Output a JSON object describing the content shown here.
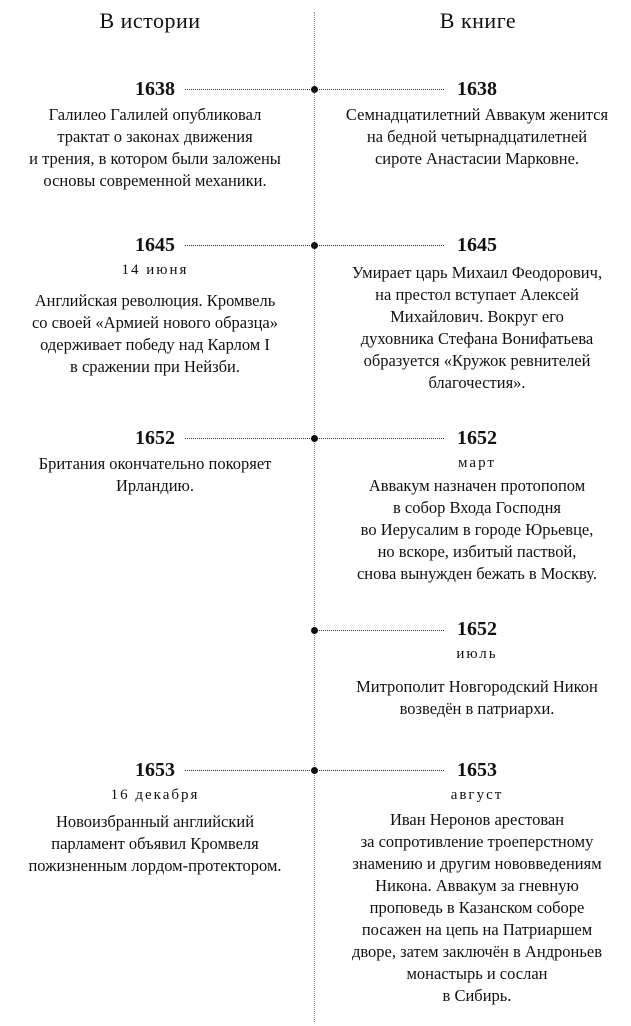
{
  "headers": {
    "left": "В истории",
    "right": "В книге"
  },
  "history": [
    {
      "year": "1638",
      "date": "",
      "text": "Галилео Галилей опубликовал\nтрактат о законах движения\nи трения, в котором были заложены\nосновы современной механики."
    },
    {
      "year": "1645",
      "date": "14 июня",
      "text": "Английская революция. Кромвель\nсо своей «Армией нового образца»\nодерживает победу над Карлом I\nв сражении при Нейзби."
    },
    {
      "year": "1652",
      "date": "",
      "text": "Британия окончательно покоряет\nИрландию."
    },
    {
      "year": "1653",
      "date": "16 декабря",
      "text": "Новоизбранный английский\nпарламент объявил Кромвеля\nпожизненным лордом-протектором."
    }
  ],
  "book": [
    {
      "year": "1638",
      "date": "",
      "text": "Семнадцатилетний Аввакум женится\nна бедной четырнадцатилетней\nсироте Анастасии Марковне."
    },
    {
      "year": "1645",
      "date": "",
      "text": "Умирает царь Михаил Феодорович,\nна престол вступает Алексей\nМихайлович. Вокруг его\nдуховника Стефана Вонифатьева\nобразуется «Кружок ревнителей\nблагочестия»."
    },
    {
      "year": "1652",
      "date": "март",
      "text": "Аввакум назначен протопопом\nв собор Входа Господня\nво Иерусалим в городе Юрьевце,\nно вскоре, избитый паствой,\nснова вынужден бежать в Москву."
    },
    {
      "year": "1652",
      "date": "июль",
      "text": "Митрополит Новгородский Никон\nвозведён в патриархи."
    },
    {
      "year": "1653",
      "date": "август",
      "text": "Иван Неронов арестован\nза сопротивление троеперстному\nзнамению и другим нововведениям\nНикона. Аввакум за гневную\nпроповедь в Казанском соборе\nпосажен на цепь на Патриаршем\nдворе, затем заключён в Андроньев\nмонастырь и сослан\nв Сибирь."
    }
  ]
}
